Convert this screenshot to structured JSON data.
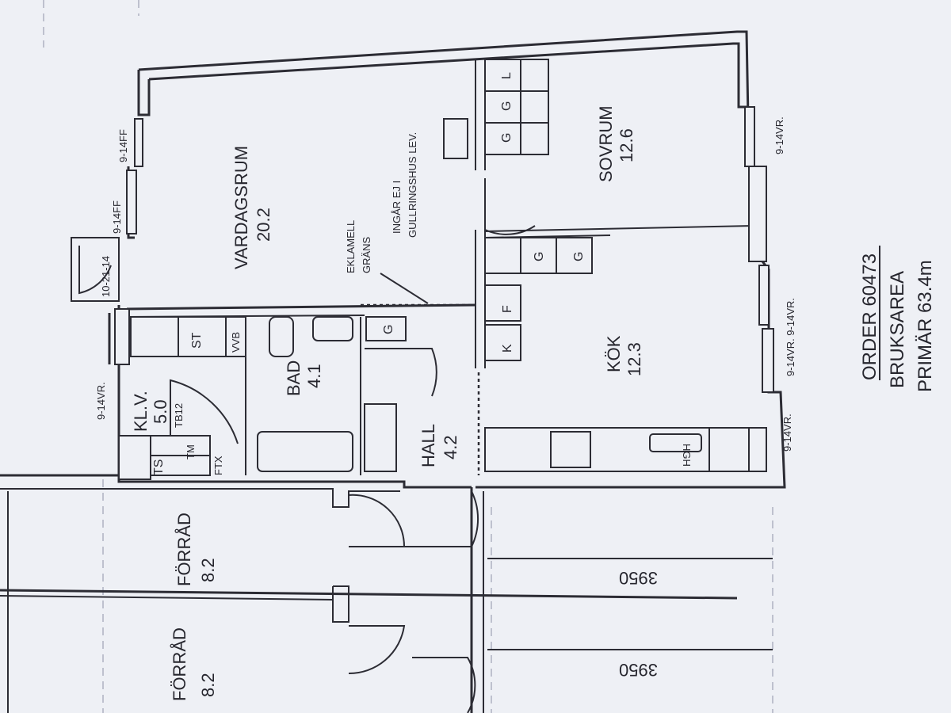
{
  "rooms": {
    "vardagsrum": {
      "name": "VARDAGSRUM",
      "area": "20.2"
    },
    "sovrum": {
      "name": "SOVRUM",
      "area": "12.6"
    },
    "kok": {
      "name": "KÖK",
      "area": "12.3"
    },
    "bad": {
      "name": "BAD",
      "area": "4.1"
    },
    "hall": {
      "name": "HALL",
      "area": "4.2"
    },
    "klv": {
      "name": "KL.V.",
      "area": "5.0"
    },
    "forrad1": {
      "name": "FÖRRÅD",
      "area": "8.2"
    },
    "forrad2": {
      "name": "FÖRRÅD",
      "area": "8.2"
    }
  },
  "notes": {
    "ingar_line1": "INGÅR EJ I",
    "ingar_line2": "GULLRINGSHUS LEV.",
    "eklamell_line1": "EKLAMELL",
    "eklamell_line2": "GRÄNS"
  },
  "windows": {
    "w1": "9-14FF",
    "w2": "9-14FF",
    "w3": "10-21-14",
    "w4": "9-14VR.",
    "w5": "9-14VR.",
    "w6": "9-14VR.",
    "w7": "9-14VR. 9-14VR."
  },
  "fixtures": {
    "st": "ST",
    "vvb": "VVB",
    "tb12": "TB12",
    "ts": "TS",
    "tm": "TM",
    "ftx": "FTX",
    "hgh": "HGH",
    "g": "G",
    "l": "L",
    "k": "K",
    "f": "F"
  },
  "dimensions": {
    "d1": "3950",
    "d2": "3950"
  },
  "order": {
    "line1": "ORDER 60473",
    "line2": "BRUKSAREA",
    "line3": "PRIMÄR 63.4m"
  },
  "colors": {
    "paper": "#eef0f5",
    "ink": "#2c2c34"
  }
}
